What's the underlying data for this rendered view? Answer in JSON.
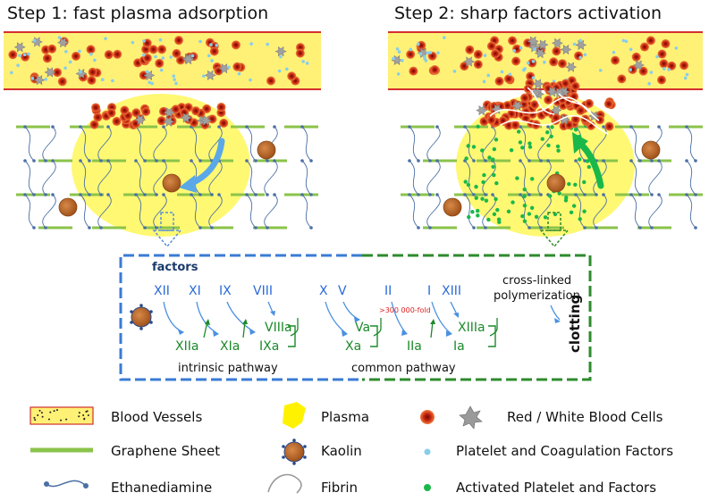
{
  "steps": [
    {
      "title": "Step 1: fast plasma adsorption"
    },
    {
      "title": "Step 2: sharp factors activation"
    }
  ],
  "pathway": {
    "factors_label": "factors",
    "top_factors": [
      "XII",
      "XI",
      "IX",
      "VIII",
      "X",
      "V",
      "II",
      "I",
      "XIII"
    ],
    "activated_factors": [
      "XIIa",
      "XIa",
      "IXa",
      "VIIIa",
      "Xa",
      "Va",
      "IIa",
      "Ia",
      "XIIIa"
    ],
    "fold_label": ">300 000-fold",
    "crosslink_label_line1": "cross-linked",
    "crosslink_label_line2": "polymerization",
    "clotting_label": "clotting",
    "intrinsic_label": "intrinsic pathway",
    "common_label": "common pathway"
  },
  "legend": {
    "blood_vessels": "Blood Vessels",
    "graphene_sheet": "Graphene Sheet",
    "ethanediamine": "Ethanediamine",
    "plasma": "Plasma",
    "kaolin": "Kaolin",
    "fibrin": "Fibrin",
    "rbc_wbc": "Red / White Blood Cells",
    "platelet_factors": "Platelet and Coagulation Factors",
    "activated_platelet": "Activated Platelet and Factors"
  },
  "colors": {
    "vessel_fill": "#fff176",
    "vessel_border": "#d32f2f",
    "plasma": "#fff200",
    "graphene": "#8bc34a",
    "linker": "#4a6fa5",
    "kaolin": "#b5651d",
    "factor_blue": "#2a6ad8",
    "factor_green": "#1c8a2a",
    "fold_red": "#e02020",
    "arrow_blue": "#5aa8e8",
    "arrow_green": "#19b84a",
    "box_blue": "#3a7bd5",
    "box_green": "#2e8b2e"
  }
}
